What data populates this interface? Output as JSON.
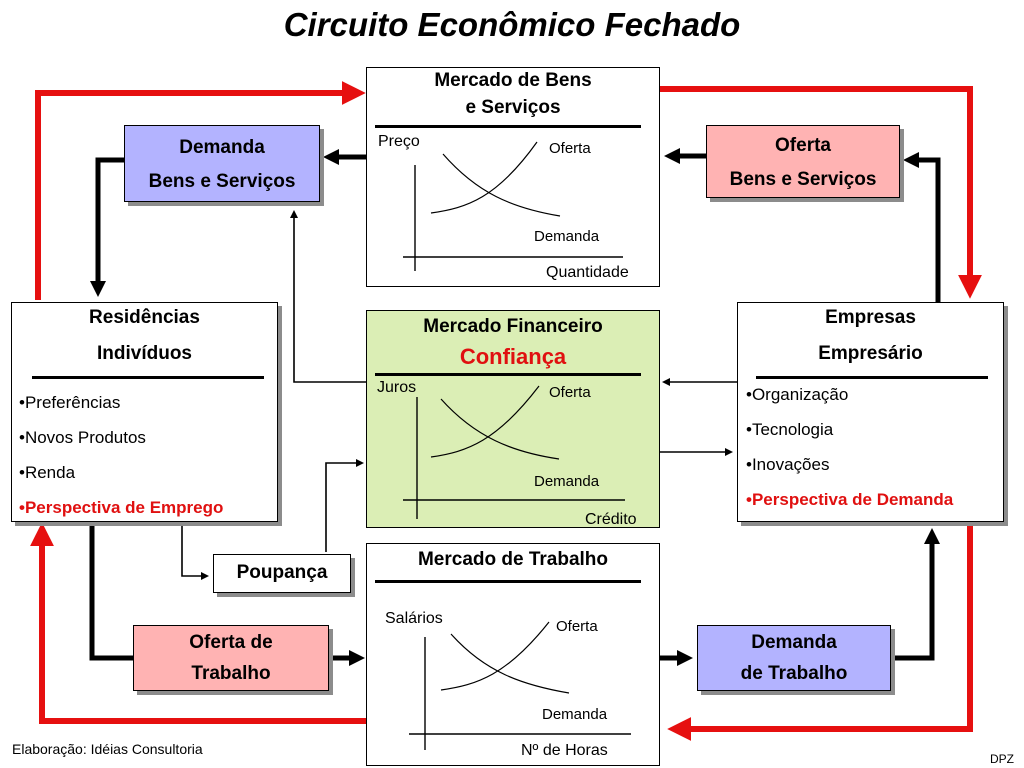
{
  "title": "Circuito Econômico Fechado",
  "colors": {
    "red_flow": "#e61010",
    "black_flow": "#000000",
    "blue_box": "#b3b3ff",
    "pink_box": "#ffb3b3",
    "green_box": "#dbeeb5"
  },
  "boxes": {
    "demanda_bens": {
      "line1": "Demanda",
      "line2": "Bens e Serviços"
    },
    "oferta_bens": {
      "line1": "Oferta",
      "line2": "Bens e Serviços"
    },
    "residencias": {
      "line1": "Residências",
      "line2": "Indivíduos",
      "items": [
        "•Preferências",
        "•Novos Produtos",
        "•Renda"
      ],
      "highlight": "•Perspectiva de Emprego"
    },
    "empresas": {
      "line1": "Empresas",
      "line2": "Empresário",
      "items": [
        "•Organização",
        "•Tecnologia",
        "•Inovações"
      ],
      "highlight": "•Perspectiva de Demanda"
    },
    "poupanca": {
      "label": "Poupança"
    },
    "oferta_trabalho": {
      "line1": "Oferta de",
      "line2": "Trabalho"
    },
    "demanda_trabalho": {
      "line1": "Demanda",
      "line2": "de Trabalho"
    }
  },
  "markets": {
    "bens": {
      "title1": "Mercado de Bens",
      "title2": "e Serviços",
      "y_label": "Preço",
      "x_label": "Quantidade",
      "supply_label": "Oferta",
      "demand_label": "Demanda"
    },
    "financeiro": {
      "title1": "Mercado Financeiro",
      "title2": "Confiança",
      "y_label": "Juros",
      "x_label": "Crédito",
      "supply_label": "Oferta",
      "demand_label": "Demanda"
    },
    "trabalho": {
      "title1": "Mercado de Trabalho",
      "y_label": "Salários",
      "x_label": "Nº de Horas",
      "supply_label": "Oferta",
      "demand_label": "Demanda"
    }
  },
  "footer": {
    "credit": "Elaboração: Idéias Consultoria",
    "initials": "DPZ"
  }
}
